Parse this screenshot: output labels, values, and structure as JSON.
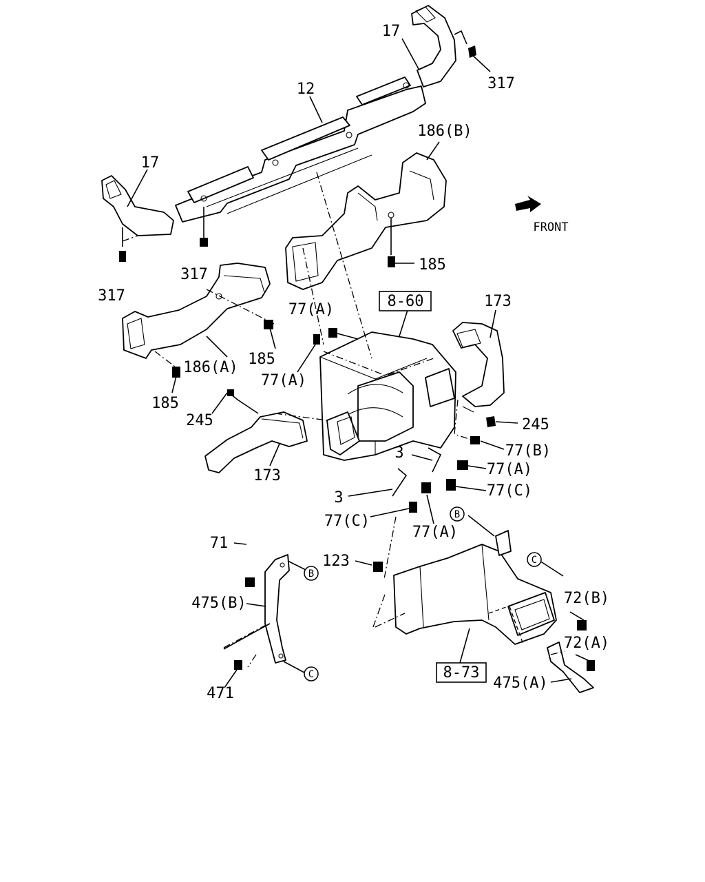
{
  "direction_label": "FRONT",
  "ref_boxes": {
    "heater_unit": "8-60",
    "blower_unit": "8-73"
  },
  "circle_labels": {
    "b": "B",
    "c": "C"
  },
  "labels": {
    "p17_top": "17",
    "p317_top_right": "317",
    "p12": "12",
    "p186b": "186(B)",
    "p17_left": "17",
    "p317_mid": "317",
    "p317_left": "317",
    "p185_right": "185",
    "p173_top": "173",
    "p77a_1": "77(A)",
    "p77a_2": "77(A)",
    "p185_mid": "185",
    "p186a": "186(A)",
    "p185_left": "185",
    "p245_left": "245",
    "p245_right": "245",
    "p77b": "77(B)",
    "p3_1": "3",
    "p77a_3": "77(A)",
    "p77c_1": "77(C)",
    "p3_2": "3",
    "p173_bottom": "173",
    "p77c_2": "77(C)",
    "p77a_4": "77(A)",
    "p71": "71",
    "p123": "123",
    "p475b": "475(B)",
    "p72b": "72(B)",
    "p72a": "72(A)",
    "p471": "471",
    "p475a": "475(A)"
  }
}
